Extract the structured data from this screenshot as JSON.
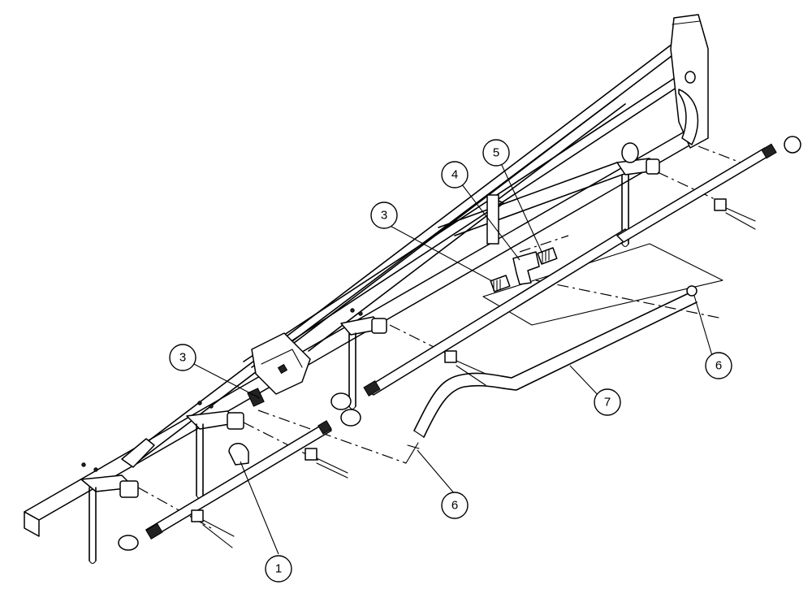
{
  "callouts": [
    {
      "id": "1",
      "label": "1"
    },
    {
      "id": "3a",
      "label": "3"
    },
    {
      "id": "3b",
      "label": "3"
    },
    {
      "id": "4",
      "label": "4"
    },
    {
      "id": "5",
      "label": "5"
    },
    {
      "id": "6a",
      "label": "6"
    },
    {
      "id": "6b",
      "label": "6"
    },
    {
      "id": "7",
      "label": "7"
    }
  ]
}
